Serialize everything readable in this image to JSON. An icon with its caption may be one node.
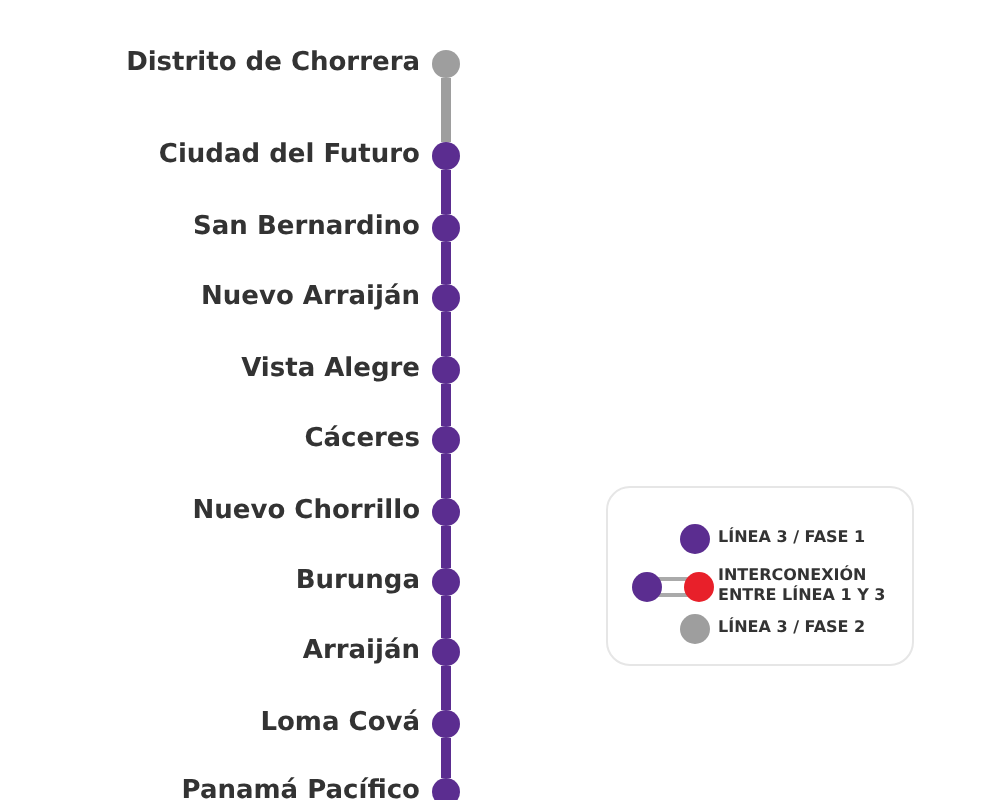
{
  "diagram": {
    "nodes": [
      {
        "text": [],
        "shape": "circle",
        "beside": [
          "Distrito de Chorrera"
        ]
      },
      {
        "text": [],
        "shape": "circle",
        "beside": [
          "Ciudad del Futuro"
        ]
      },
      {
        "text": [],
        "shape": "circle",
        "beside": [
          "San Bernardino"
        ]
      },
      {
        "text": [],
        "shape": "circle",
        "beside": [
          "Nuevo Arraiján"
        ]
      },
      {
        "text": [],
        "shape": "circle",
        "beside": [
          "Vista Alegre"
        ]
      },
      {
        "text": [],
        "shape": "circle",
        "beside": [
          "Cáceres"
        ]
      },
      {
        "text": [],
        "shape": "circle",
        "beside": [
          "Nuevo Chorrillo"
        ]
      },
      {
        "text": [],
        "shape": "circle",
        "beside": [
          "Burunga"
        ]
      },
      {
        "text": [],
        "shape": "circle",
        "beside": [
          "Arraiján"
        ]
      },
      {
        "text": [],
        "shape": "circle",
        "beside": [
          "Loma Cová"
        ]
      },
      {
        "text": [],
        "shape": "circle",
        "beside": [
          "Panamá Pacífico"
        ]
      }
    ],
    "edges": [
      {
        "from": 0,
        "to": 1,
        "arrow": "none",
        "color": "#9e9e9e"
      },
      {
        "from": 1,
        "to": 2,
        "arrow": "none"
      },
      {
        "from": 2,
        "to": 3,
        "arrow": "none"
      },
      {
        "from": 3,
        "to": 4,
        "arrow": "none"
      },
      {
        "from": 4,
        "to": 5,
        "arrow": "none"
      },
      {
        "from": 5,
        "to": 6,
        "arrow": "none"
      },
      {
        "from": 6,
        "to": 7,
        "arrow": "none"
      },
      {
        "from": 7,
        "to": 8,
        "arrow": "none"
      },
      {
        "from": 8,
        "to": 9,
        "arrow": "none"
      },
      {
        "from": 9,
        "to": 10,
        "arrow": "none"
      }
    ],
    "legend": [
      {
        "text": "LÍNEA 3 / FASE 1",
        "color": "#5b2d90"
      },
      {
        "text": "INTERCONEXIÓN ENTRE LÍNEA 1 Y 3"
      },
      {
        "text": "LÍNEA 3 / FASE 2",
        "color": "#9e9e9e"
      }
    ]
  }
}
